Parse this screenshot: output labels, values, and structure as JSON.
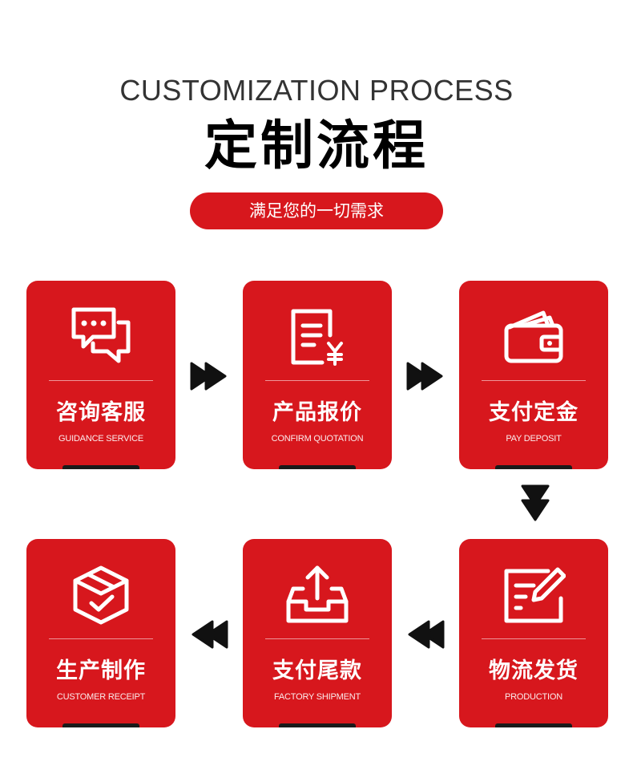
{
  "header": {
    "title_en": "CUSTOMIZATION PROCESS",
    "title_cn": "定制流程",
    "subtitle": "满足您的一切需求"
  },
  "steps": [
    {
      "title": "咨询客服",
      "subtitle": "GUIDANCE SERVICE",
      "icon": "chat-icon"
    },
    {
      "title": "产品报价",
      "subtitle": "CONFIRM QUOTATION",
      "icon": "quotation-document-icon"
    },
    {
      "title": "支付定金",
      "subtitle": "PAY DEPOSIT",
      "icon": "wallet-icon"
    },
    {
      "title": "物流发货",
      "subtitle": "PRODUCTION",
      "icon": "form-edit-icon"
    },
    {
      "title": "支付尾款",
      "subtitle": "FACTORY SHIPMENT",
      "icon": "inbox-upload-icon"
    },
    {
      "title": "生产制作",
      "subtitle": "CUSTOMER RECEIPT",
      "icon": "box-check-icon"
    }
  ],
  "colors": {
    "accent": "#d7171d",
    "arrow": "#111111",
    "text_dark": "#333333"
  }
}
